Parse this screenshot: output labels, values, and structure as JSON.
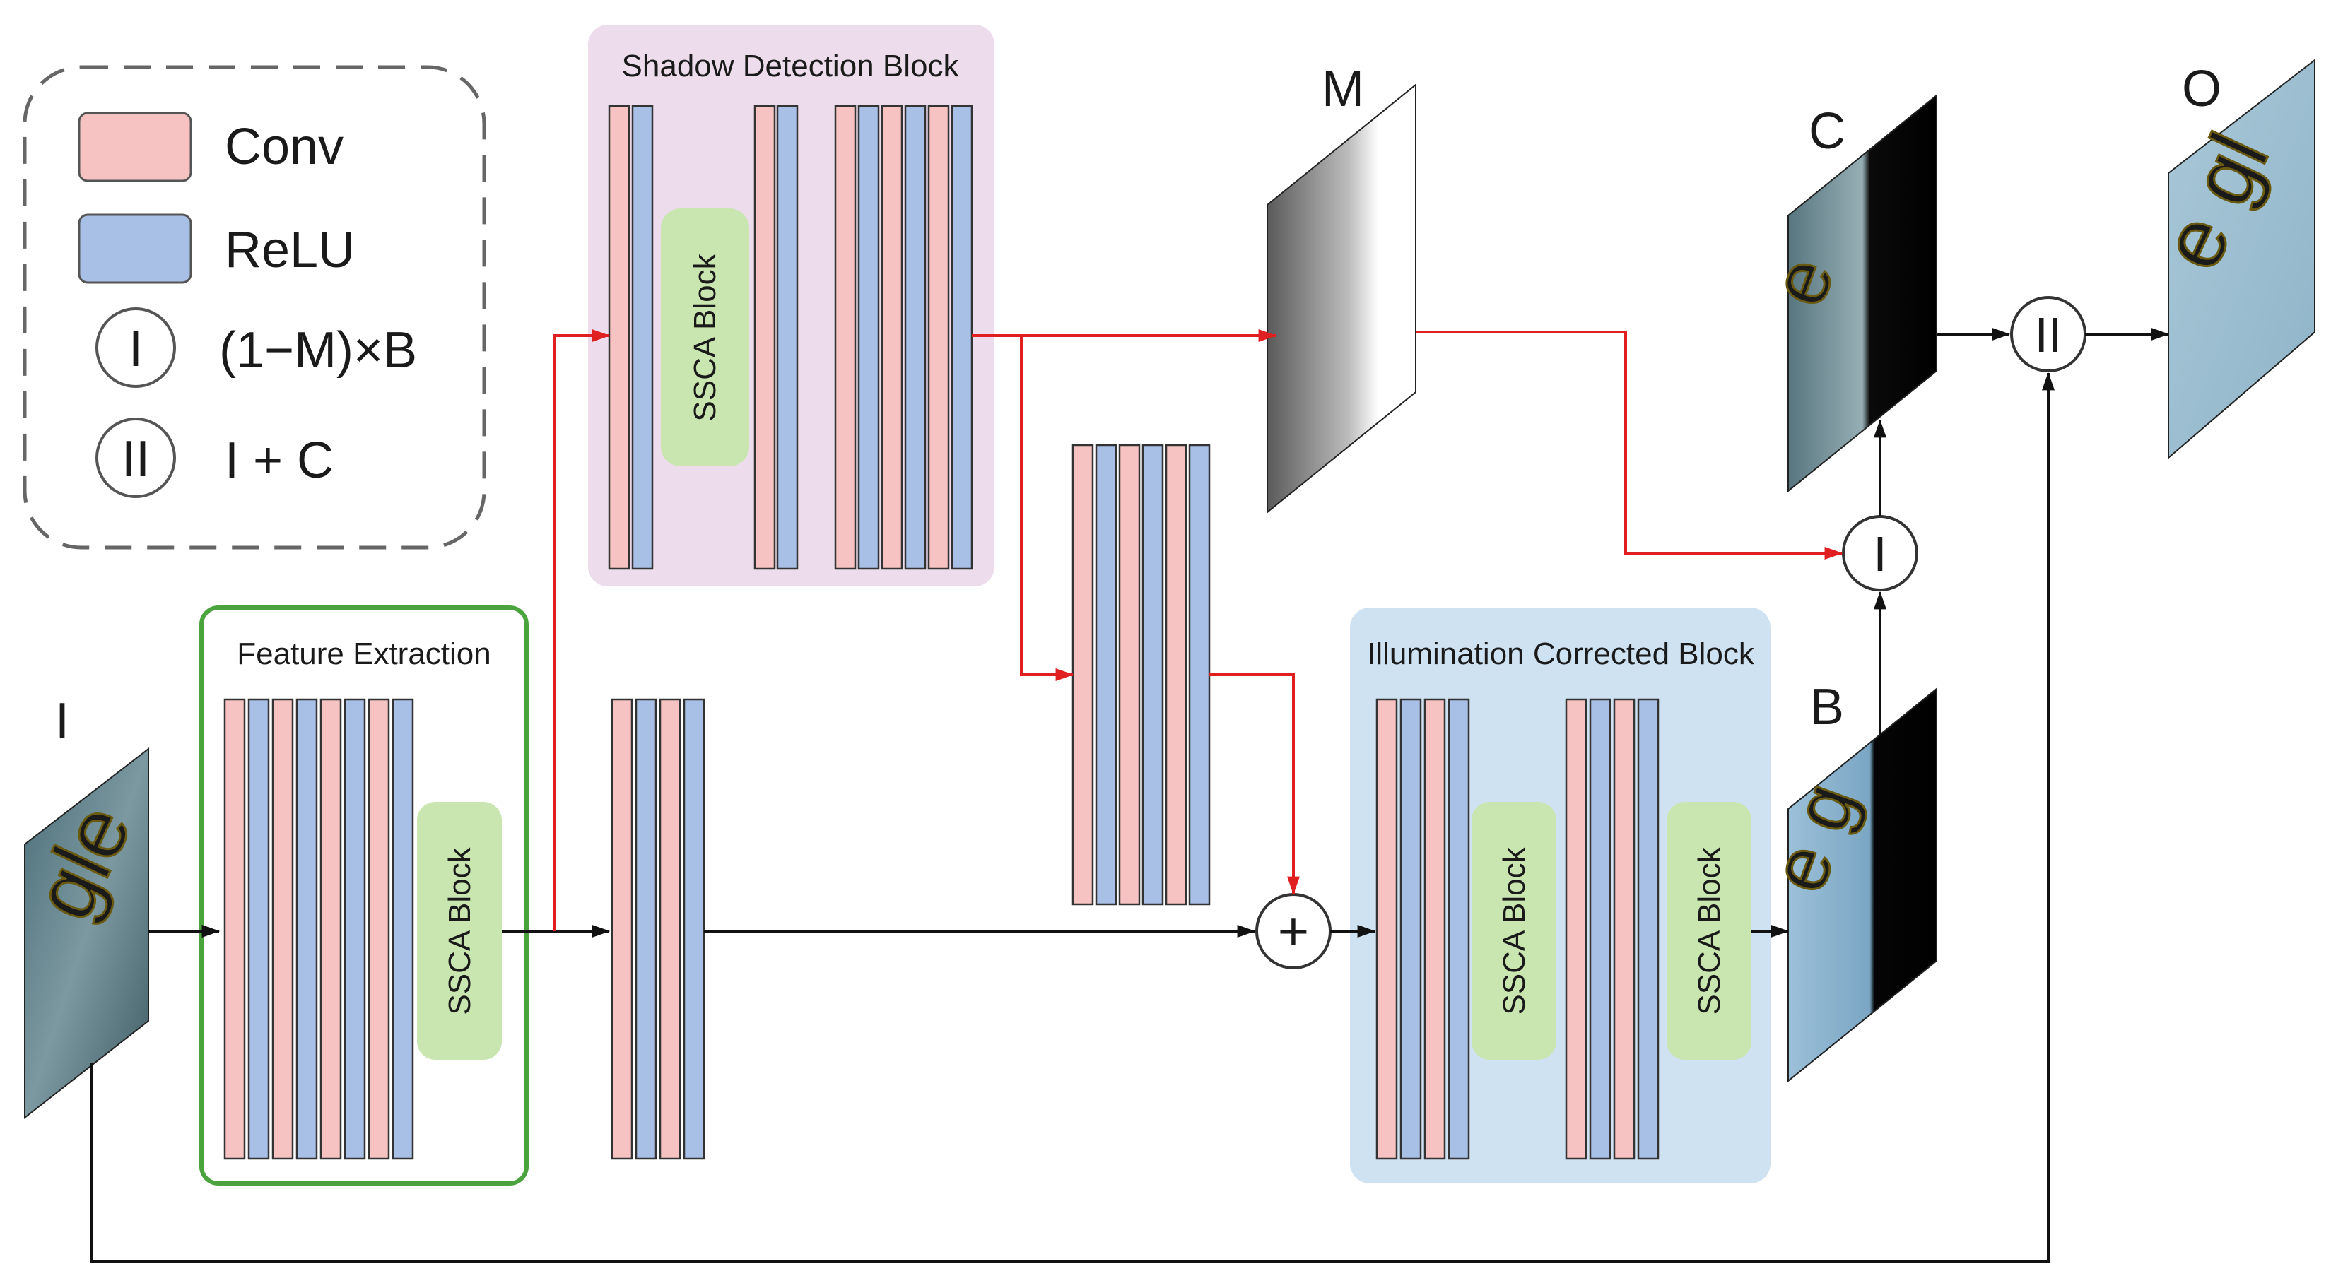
{
  "legend": {
    "conv_label": "Conv",
    "relu_label": "ReLU",
    "op1_symbol": "I",
    "op1_label": "(1−M)×B",
    "op2_symbol": "II",
    "op2_label": "I + C"
  },
  "blocks": {
    "shadow_detection": "Shadow Detection Block",
    "feature_extraction": "Feature Extraction",
    "illumination": "Illumination Corrected Block",
    "ssca": "SSCA Block"
  },
  "images": {
    "input": "I",
    "mask": "M",
    "corrected": "C",
    "b_image": "B",
    "output": "O"
  },
  "operators": {
    "op1": "I",
    "op2": "II",
    "sum": "+"
  },
  "colors": {
    "conv": "#f6c3c2",
    "relu": "#a8c0e6",
    "ssca": "#c9e6b0",
    "shadow_bg": "#ecdcec",
    "illum_bg": "#cfe2f2",
    "feature_border": "#4aa33c",
    "red_arrow": "#e02020",
    "black_arrow": "#111111"
  }
}
